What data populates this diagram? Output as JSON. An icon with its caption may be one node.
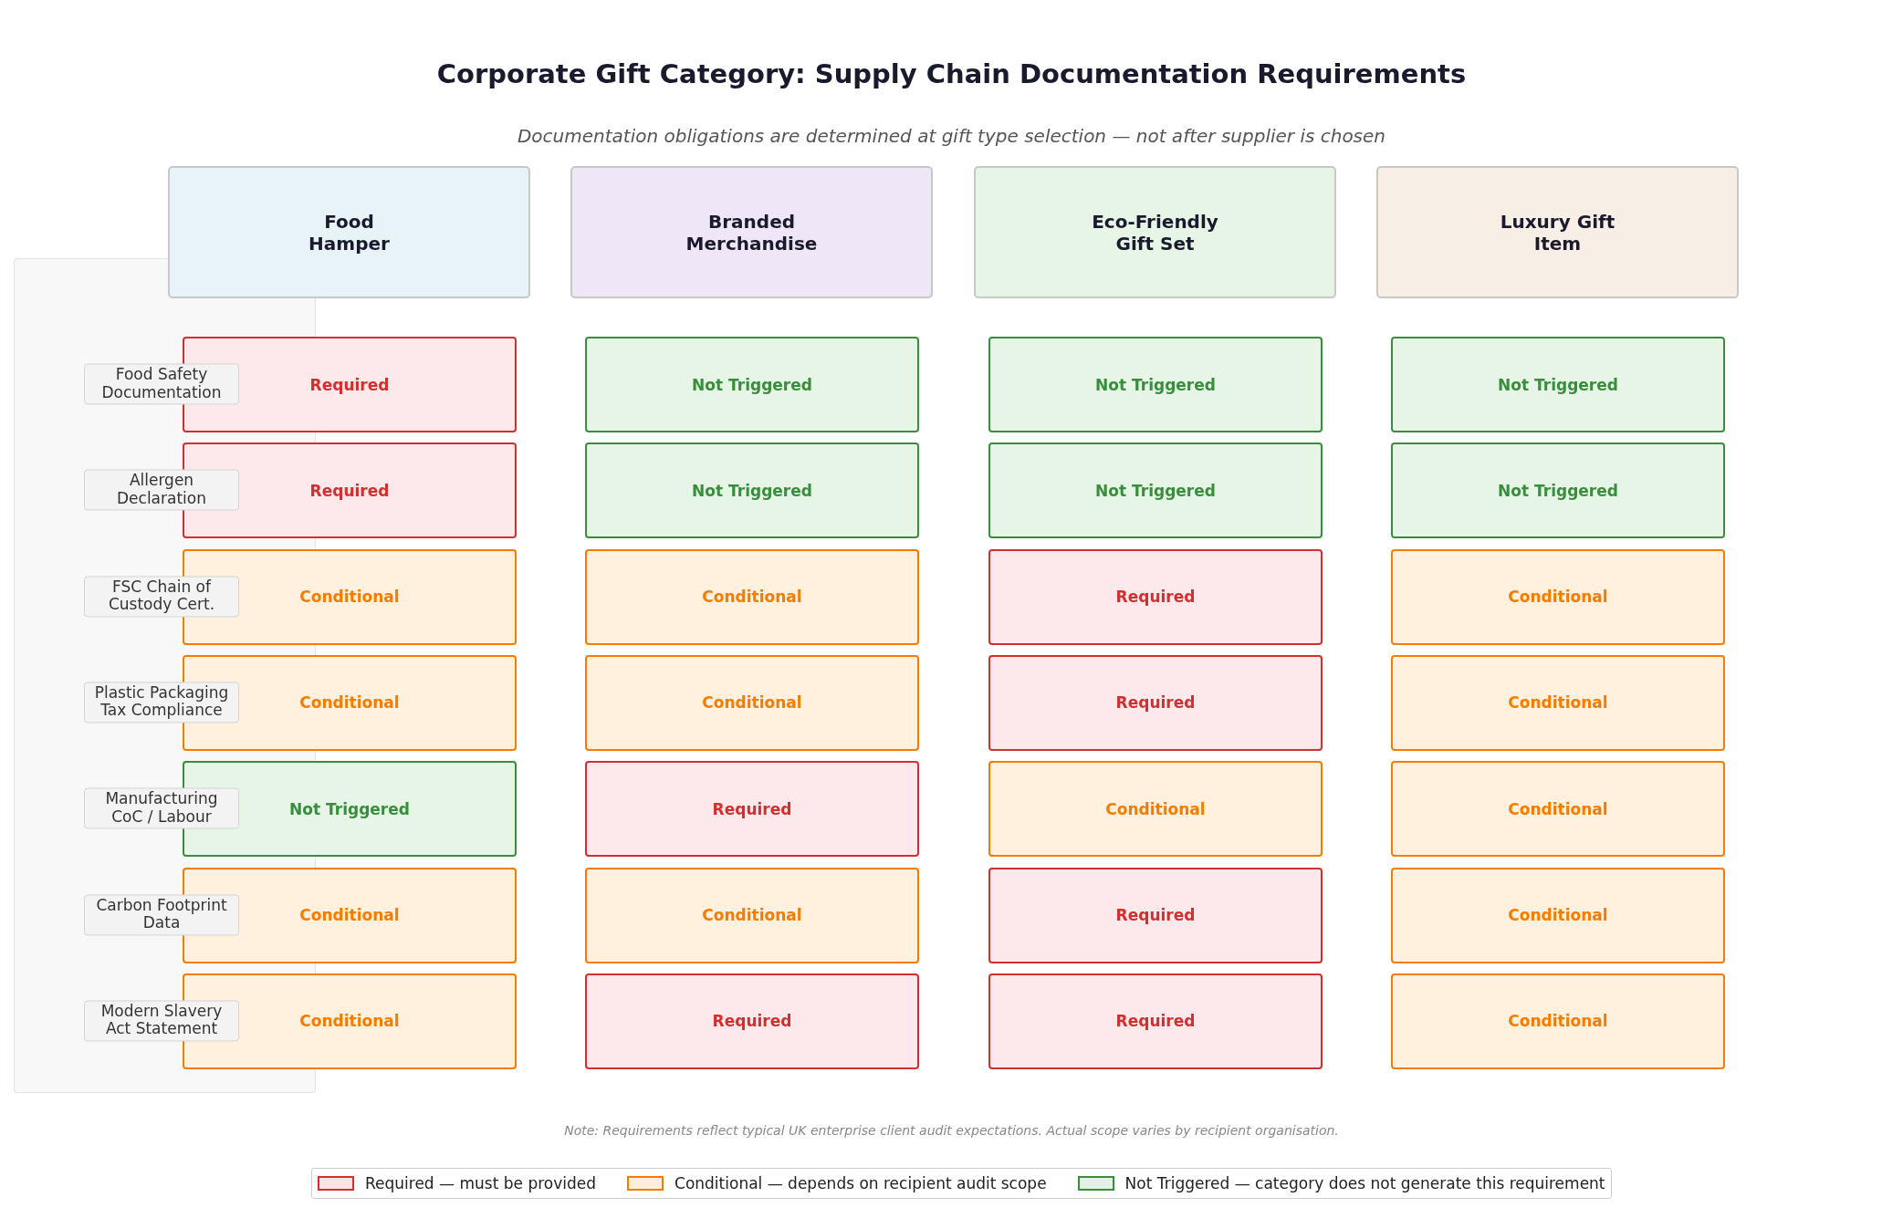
{
  "diagram": {
    "title": "Corporate Gift Category: Supply Chain Documentation Requirements",
    "caption": "Documentation obligations are determined at gift type selection — not after supplier is chosen",
    "nodes": [
      {
        "text": [
          "Food Hamper"
        ]
      },
      {
        "text": [
          "Branded Merchandise"
        ]
      },
      {
        "text": [
          "Eco-Friendly Gift Set"
        ]
      },
      {
        "text": [
          "Luxury Gift Item"
        ]
      },
      {
        "text": [
          "Food Safety Documentation"
        ]
      },
      {
        "text": [
          "Required"
        ]
      },
      {
        "text": [
          "Not Triggered"
        ]
      },
      {
        "text": [
          "Not Triggered"
        ]
      },
      {
        "text": [
          "Not Triggered"
        ]
      },
      {
        "text": [
          "Allergen Declaration"
        ]
      },
      {
        "text": [
          "Required"
        ]
      },
      {
        "text": [
          "Not Triggered"
        ]
      },
      {
        "text": [
          "Not Triggered"
        ]
      },
      {
        "text": [
          "Not Triggered"
        ]
      },
      {
        "text": [
          "FSC Chain of Custody Cert."
        ]
      },
      {
        "text": [
          "Conditional"
        ]
      },
      {
        "text": [
          "Conditional"
        ]
      },
      {
        "text": [
          "Required"
        ]
      },
      {
        "text": [
          "Conditional"
        ]
      },
      {
        "text": [
          "Plastic Packaging Tax Compliance"
        ]
      },
      {
        "text": [
          "Conditional"
        ]
      },
      {
        "text": [
          "Conditional"
        ]
      },
      {
        "text": [
          "Required"
        ]
      },
      {
        "text": [
          "Conditional"
        ]
      },
      {
        "text": [
          "Manufacturing CoC / Labour"
        ]
      },
      {
        "text": [
          "Not Triggered"
        ]
      },
      {
        "text": [
          "Required"
        ]
      },
      {
        "text": [
          "Conditional"
        ]
      },
      {
        "text": [
          "Conditional"
        ]
      },
      {
        "text": [
          "Carbon Footprint Data"
        ]
      },
      {
        "text": [
          "Conditional"
        ]
      },
      {
        "text": [
          "Conditional"
        ]
      },
      {
        "text": [
          "Required"
        ]
      },
      {
        "text": [
          "Conditional"
        ]
      },
      {
        "text": [
          "Modern Slavery Act Statement"
        ]
      },
      {
        "text": [
          "Conditional"
        ]
      },
      {
        "text": [
          "Required"
        ]
      },
      {
        "text": [
          "Required"
        ]
      },
      {
        "text": [
          "Conditional"
        ]
      }
    ],
    "edges": [],
    "labels": [
      "Note: Requirements reflect typical UK enterprise client audit expectations. Actual scope varies by recipient organisation."
    ],
    "legend": [
      {
        "text": "Required — must be provided",
        "color": "#d32f2f"
      },
      {
        "text": "Conditional — depends on recipient audit scope",
        "color": "#f57c00"
      },
      {
        "text": "Not Triggered — category does not generate this requirement",
        "color": "#388e3c"
      }
    ]
  }
}
